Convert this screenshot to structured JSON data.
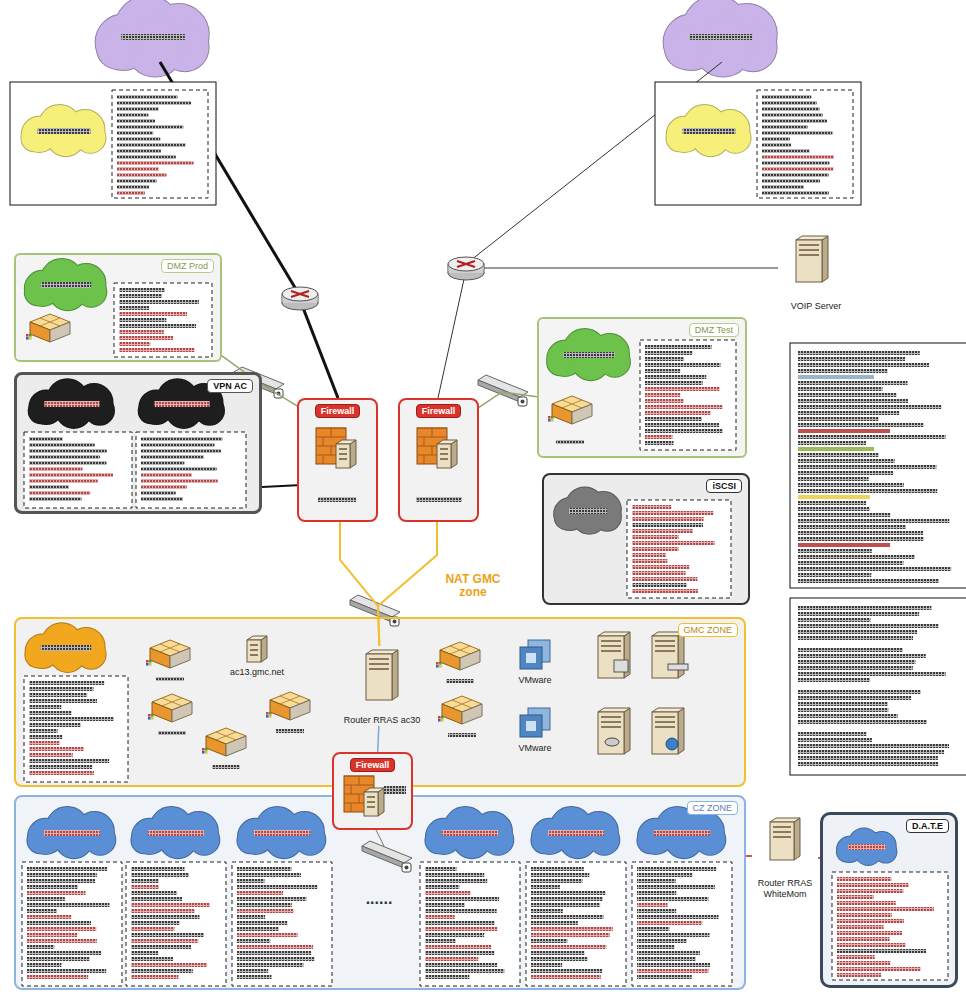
{
  "diagram": {
    "nodes": [
      {
        "text": [
          "DMZ Prod"
        ]
      },
      {
        "text": [
          "VPN AC"
        ]
      },
      {
        "text": [
          "Firewall"
        ]
      },
      {
        "text": [
          "Firewall"
        ]
      },
      {
        "text": [
          "DMZ Test"
        ]
      },
      {
        "text": [
          "iSCSI"
        ]
      },
      {
        "text": [
          "VOIP Server"
        ]
      },
      {
        "text": [
          "GMC ZONE"
        ]
      },
      {
        "text": [
          "ac13.gmc.net"
        ],
        "in": 7
      },
      {
        "text": [
          "Router RRAS ac30"
        ],
        "in": 7
      },
      {
        "text": [
          "VMware"
        ],
        "in": 7
      },
      {
        "text": [
          "VMware"
        ],
        "in": 7
      },
      {
        "text": [
          "Firewall"
        ]
      },
      {
        "text": [
          "CZ ZONE"
        ]
      },
      {
        "text": [
          "Router RRAS WhiteMom"
        ]
      },
      {
        "text": [
          "D.A.T.E"
        ]
      }
    ],
    "edges": [
      {
        "from": 0,
        "to": 2,
        "arrow": "none"
      },
      {
        "from": 1,
        "to": 2,
        "arrow": "none"
      },
      {
        "from": 3,
        "to": 4,
        "arrow": "none"
      },
      {
        "from": 2,
        "to": 9,
        "arrow": "none"
      },
      {
        "from": 3,
        "to": 9,
        "arrow": "none"
      },
      {
        "from": 9,
        "to": 12,
        "arrow": "none"
      },
      {
        "from": 13,
        "to": 14,
        "arrow": "none"
      },
      {
        "from": 14,
        "to": 15,
        "arrow": "none"
      }
    ],
    "labels": [
      "NAT GMC zone",
      "......"
    ]
  }
}
